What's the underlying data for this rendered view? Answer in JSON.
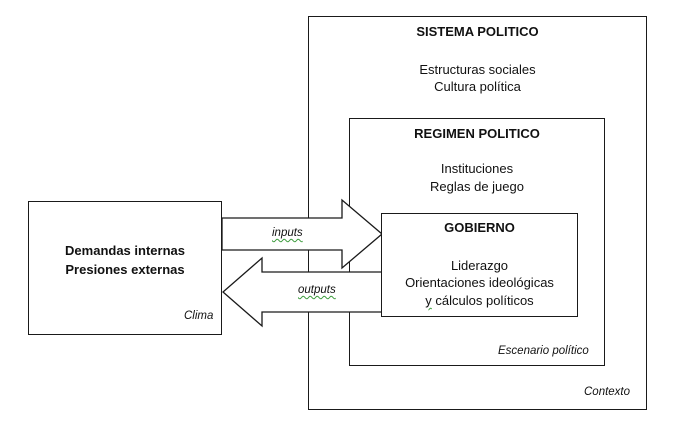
{
  "sistema": {
    "title": "SISTEMA POLITICO",
    "line1": "Estructuras sociales",
    "line2": "Cultura política",
    "corner": "Contexto"
  },
  "regimen": {
    "title": "REGIMEN POLITICO",
    "line1": "Instituciones",
    "line2": "Reglas de juego",
    "corner": "Escenario político"
  },
  "gobierno": {
    "title": "GOBIERNO",
    "line1": "Liderazgo",
    "line2": "Orientaciones ideológicas",
    "line3_lead": "y",
    "line3_rest": " cálculos políticos"
  },
  "demandas": {
    "line1": "Demandas internas",
    "line2": "Presiones externas",
    "corner": "Clima"
  },
  "arrows": {
    "inputs": "inputs",
    "outputs": "outputs"
  }
}
